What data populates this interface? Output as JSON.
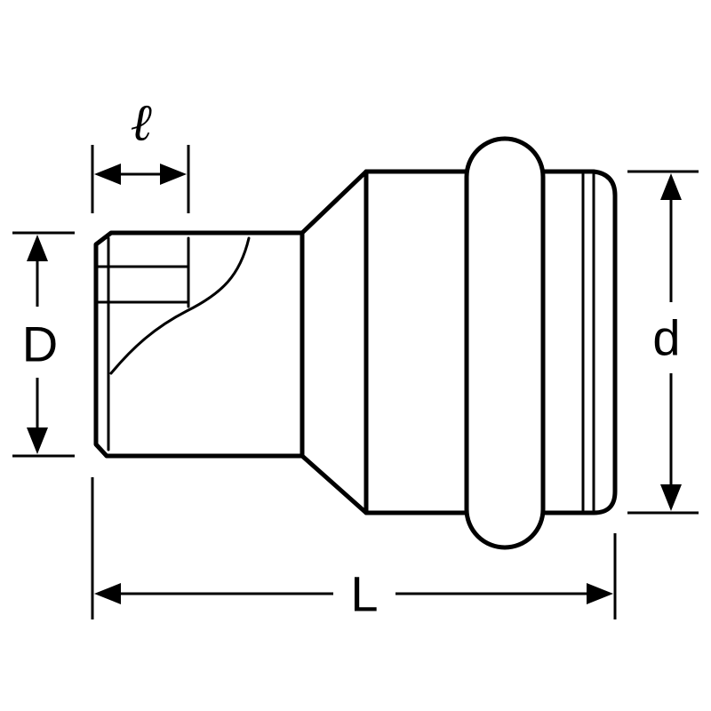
{
  "dimensions": {
    "small_length": {
      "label": "ℓ"
    },
    "small_diameter": {
      "label": "D"
    },
    "large_diameter": {
      "label": "d"
    },
    "overall_length": {
      "label": "L"
    }
  },
  "colors": {
    "line": "#000000",
    "background": "#ffffff"
  }
}
